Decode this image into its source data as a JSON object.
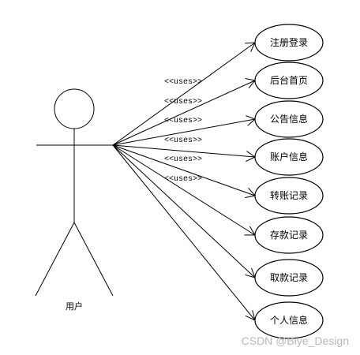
{
  "actor": {
    "label": "用户"
  },
  "use_cases": [
    {
      "label": "注册登录"
    },
    {
      "label": "后台首页"
    },
    {
      "label": "公告信息"
    },
    {
      "label": "账户信息"
    },
    {
      "label": "转账记录"
    },
    {
      "label": "存款记录"
    },
    {
      "label": "取款记录"
    },
    {
      "label": "个人信息"
    }
  ],
  "relation_labels": [
    "<<uses>>",
    "<<uses>>",
    "<<uses>>",
    "<<uses>>",
    "<<uses>>",
    "<<uses>>"
  ],
  "watermark": "CSDN @Biye_Design",
  "colors": {
    "line": "#000000",
    "background": "#ffffff",
    "watermark": "#b8b8b8"
  }
}
